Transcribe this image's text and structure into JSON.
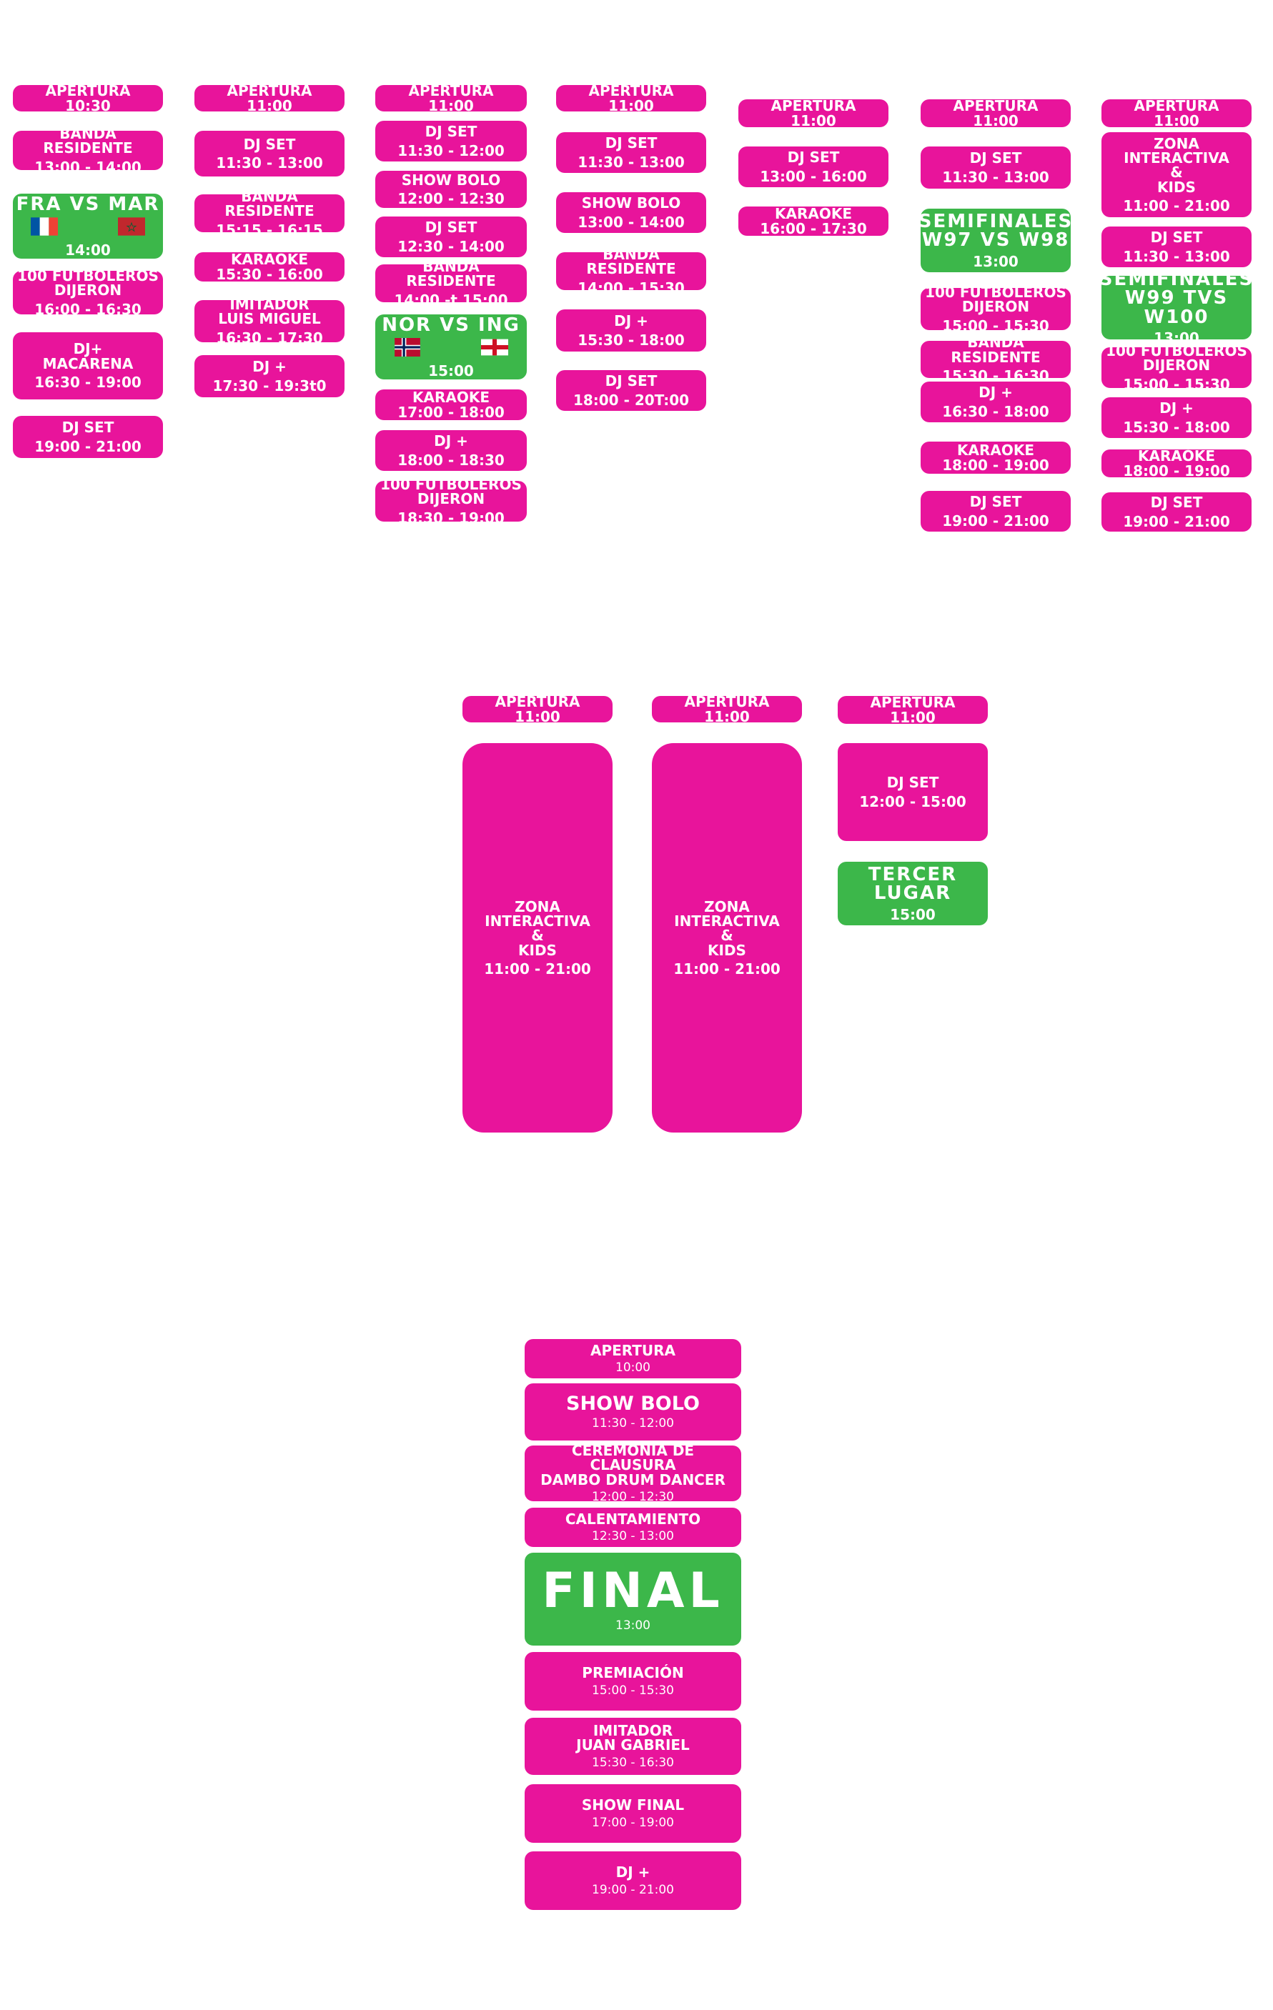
{
  "colors": {
    "event": "#e8149b",
    "match": "#3cb74a"
  },
  "week": {
    "col1": [
      {
        "title": "APERTURA",
        "time": "10:30"
      },
      {
        "title": "BANDA RESIDENTE",
        "time": "13:00 - 14:00"
      },
      {
        "title": "FRA VS MAR",
        "time": "14:00",
        "flags": [
          "france-flag-icon",
          "morocco-flag-icon"
        ]
      },
      {
        "title": "100 FUTBOLEROS\nDIJERON",
        "time": "16:00 - 16:30"
      },
      {
        "title": "DJ+\nMACARENA",
        "time": "16:30 - 19:00"
      },
      {
        "title": "DJ SET",
        "time": "19:00 - 21:00"
      }
    ],
    "col2": [
      {
        "title": "APERTURA",
        "time": "11:00"
      },
      {
        "title": "DJ SET",
        "time": "11:30 - 13:00"
      },
      {
        "title": "BANDA RESIDENTE",
        "time": "15:15 - 16:15"
      },
      {
        "title": "KARAOKE",
        "time": "15:30 - 16:00"
      },
      {
        "title": "IMITADOR\nLUIS MIGUEL",
        "time": "16:30 - 17:30"
      },
      {
        "title": "DJ +",
        "time": "17:30 - 19:3t0"
      }
    ],
    "col3": [
      {
        "title": "APERTURA",
        "time": "11:00"
      },
      {
        "title": "DJ SET",
        "time": "11:30 - 12:00"
      },
      {
        "title": "SHOW BOLO",
        "time": "12:00 - 12:30"
      },
      {
        "title": "DJ SET",
        "time": "12:30 - 14:00"
      },
      {
        "title": "BANDA RESIDENTE",
        "time": "14:00 -t 15:00"
      },
      {
        "title": "NOR VS ING",
        "time": "15:00",
        "flags": [
          "norway-flag-icon",
          "england-flag-icon"
        ]
      },
      {
        "title": "KARAOKE",
        "time": "17:00 - 18:00"
      },
      {
        "title": "DJ +",
        "time": "18:00 - 18:30"
      },
      {
        "title": "100 FUTBOLEROS\nDIJERON",
        "time": "18:30 - 19:00"
      }
    ],
    "col4": [
      {
        "title": "APERTURA",
        "time": "11:00"
      },
      {
        "title": "DJ SET",
        "time": "11:30 - 13:00"
      },
      {
        "title": "SHOW BOLO",
        "time": "13:00 - 14:00"
      },
      {
        "title": "BANDA RESIDENTE",
        "time": "14:00 - 15:30"
      },
      {
        "title": "DJ +",
        "time": "15:30 - 18:00"
      },
      {
        "title": "DJ SET",
        "time": "18:00 - 20T:00"
      }
    ],
    "col5": [
      {
        "title": "APERTURA",
        "time": "11:00"
      },
      {
        "title": "DJ SET",
        "time": "13:00 - 16:00"
      },
      {
        "title": "KARAOKE",
        "time": "16:00 - 17:30"
      }
    ],
    "col6": [
      {
        "title": "APERTURA",
        "time": "11:00"
      },
      {
        "title": "DJ SET",
        "time": "11:30 - 13:00"
      },
      {
        "title": "SEMIFINALES\nW97 VS W98",
        "time": "13:00"
      },
      {
        "title": "100 FUTBOLEROS\nDIJERON",
        "time": "15:00 - 15:30"
      },
      {
        "title": "BANDA RESIDENTE",
        "time": "15:30 - 16:30"
      },
      {
        "title": "DJ +",
        "time": "16:30 - 18:00"
      },
      {
        "title": "KARAOKE",
        "time": "18:00 - 19:00"
      },
      {
        "title": "DJ SET",
        "time": "19:00 - 21:00"
      }
    ],
    "col7": [
      {
        "title": "APERTURA",
        "time": "11:00"
      },
      {
        "title": "ZONA\nINTERACTIVA\n&\nKIDS",
        "time": "11:00 - 21:00"
      },
      {
        "title": "DJ SET",
        "time": "11:30 - 13:00"
      },
      {
        "title": "SEMIFINALES\nW99 TVS W100",
        "time": "13:00"
      },
      {
        "title": "100 FUTBOLEROS\nDIJERON",
        "time": "15:00 - 15:30"
      },
      {
        "title": "DJ +",
        "time": "15:30 - 18:00"
      },
      {
        "title": "KARAOKE",
        "time": "18:00 - 19:00"
      },
      {
        "title": "DJ SET",
        "time": "19:00 - 21:00"
      }
    ]
  },
  "mid": {
    "col1": [
      {
        "title": "APERTURA",
        "time": "11:00"
      },
      {
        "title": "ZONA\nINTERACTIVA\n&\nKIDS",
        "time": "11:00 - 21:00"
      }
    ],
    "col2": [
      {
        "title": "APERTURA",
        "time": "11:00"
      },
      {
        "title": "ZONA\nINTERACTIVA\n&\nKIDS",
        "time": "11:00 - 21:00"
      }
    ],
    "col3": [
      {
        "title": "APERTURA",
        "time": "11:00"
      },
      {
        "title": "DJ SET",
        "time": "12:00 - 15:00"
      },
      {
        "title": "TERCER\nLUGAR",
        "time": "15:00"
      }
    ]
  },
  "final_day": [
    {
      "title": "APERTURA",
      "time": "10:00"
    },
    {
      "title": "SHOW BOLO",
      "time": "11:30 - 12:00"
    },
    {
      "title": "CEREMONIA DE CLAUSURA\nDAMBO DRUM DANCER",
      "time": "12:00 - 12:30"
    },
    {
      "title": "CALENTAMIENTO",
      "time": "12:30 - 13:00"
    },
    {
      "title": "FINAL",
      "time": "13:00"
    },
    {
      "title": "PREMIACIÓN",
      "time": "15:00 - 15:30"
    },
    {
      "title": "IMITADOR\nJUAN GABRIEL",
      "time": "15:30 - 16:30"
    },
    {
      "title": "SHOW FINAL",
      "time": "17:00 - 19:00"
    },
    {
      "title": "DJ +",
      "time": "19:00 - 21:00"
    }
  ]
}
